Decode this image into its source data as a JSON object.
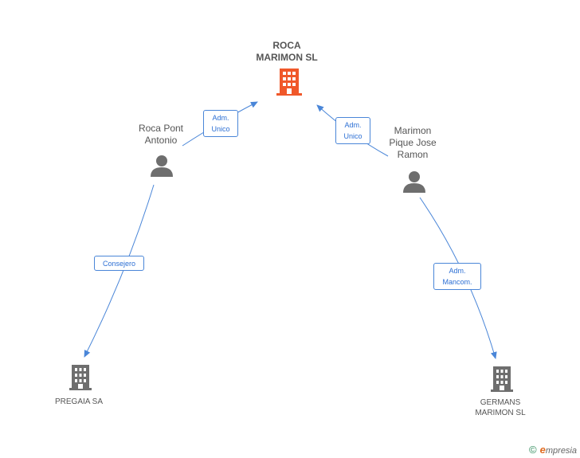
{
  "nodes": {
    "main_company": {
      "name": "ROCA\nMARIMON SL",
      "icon": "building-icon",
      "color": "#f0582a"
    },
    "person_left": {
      "name": "Roca Pont\nAntonio",
      "icon": "person-icon"
    },
    "person_right": {
      "name": "Marimon\nPique Jose\nRamon",
      "icon": "person-icon"
    },
    "company_left": {
      "name": "PREGAIA SA",
      "icon": "building-icon"
    },
    "company_right": {
      "name": "GERMANS\nMARIMON SL",
      "icon": "building-icon"
    }
  },
  "edges": {
    "left_to_main": {
      "label": "Adm.\nUnico"
    },
    "right_to_main": {
      "label": "Adm.\nUnico"
    },
    "left_to_pregaia": {
      "label": "Consejero"
    },
    "right_to_germans": {
      "label": "Adm.\nMancom."
    }
  },
  "colors": {
    "accent": "#4a86d8",
    "gray": "#6e6e6e",
    "main": "#f0582a"
  },
  "footer": {
    "copyright": "©",
    "brand_e": "e",
    "brand_rest": "mpresia"
  }
}
